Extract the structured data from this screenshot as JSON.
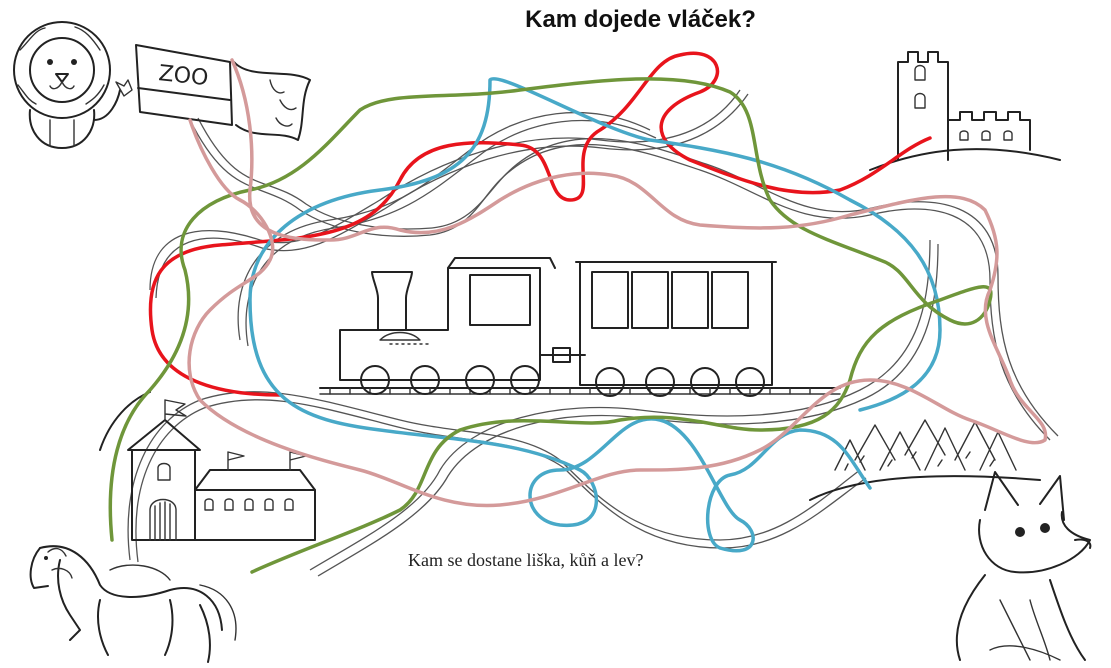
{
  "worksheet": {
    "title": "Kam dojede vláček?",
    "subtitle": "Kam se dostane liška, kůň a lev?",
    "zoo_sign": "ZOO"
  },
  "paths": [
    {
      "id": "red",
      "color": "#e8141c"
    },
    {
      "id": "blue",
      "color": "#48a9c8"
    },
    {
      "id": "green",
      "color": "#6f963a"
    },
    {
      "id": "pink",
      "color": "#d49a9a"
    }
  ],
  "icons": [
    "lion-icon",
    "zoo-sign-icon",
    "castle-icon",
    "tower-ruins-icon",
    "train-icon",
    "forest-icon",
    "horse-icon",
    "fox-icon"
  ]
}
